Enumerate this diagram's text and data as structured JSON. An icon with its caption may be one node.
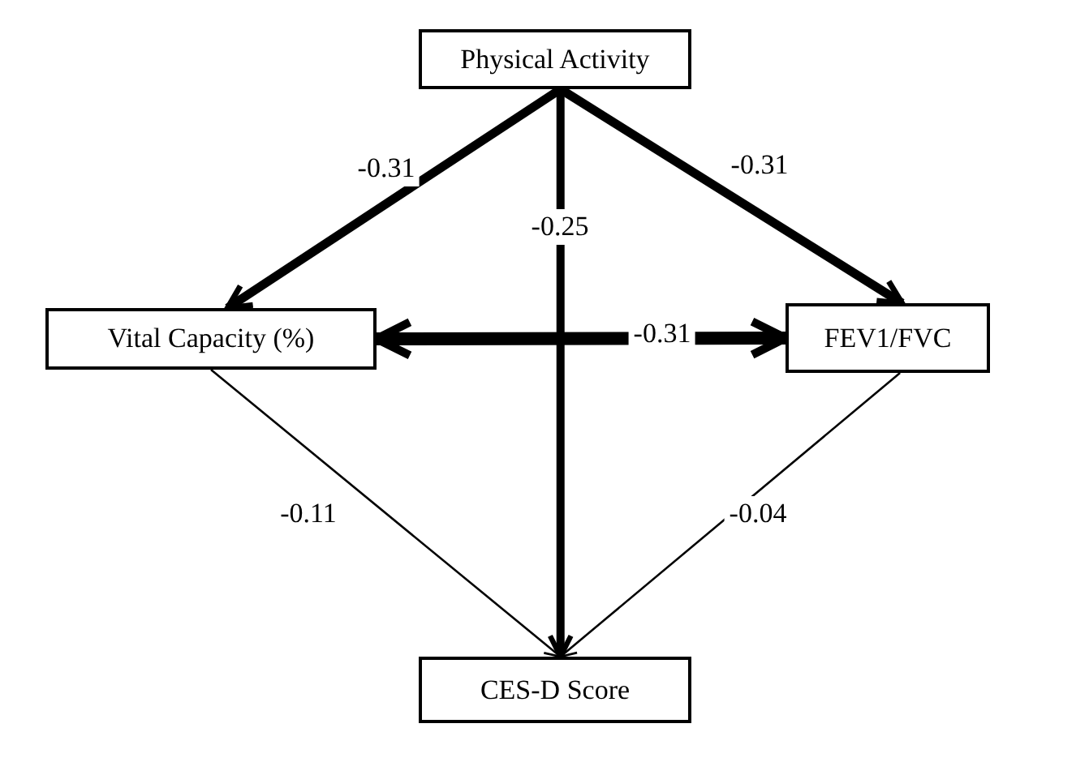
{
  "diagram": {
    "nodes": [
      {
        "text": [
          "Physical Activity"
        ]
      },
      {
        "text": [
          "Vital Capacity (%)"
        ]
      },
      {
        "text": [
          "FEV1/FVC"
        ]
      },
      {
        "text": [
          "CES-D Score"
        ]
      }
    ],
    "edges": [
      {
        "from": 0,
        "to": 1,
        "arrow": "to",
        "label": "-0.31"
      },
      {
        "from": 0,
        "to": 3,
        "arrow": "to",
        "label": "-0.25"
      },
      {
        "from": 0,
        "to": 2,
        "arrow": "to",
        "label": "-0.31"
      },
      {
        "from": 1,
        "to": 2,
        "arrow": "both",
        "label": "-0.31"
      },
      {
        "from": 1,
        "to": 3,
        "arrow": "to",
        "label": "-0.11"
      },
      {
        "from": 2,
        "to": 3,
        "arrow": "to",
        "label": "-0.04"
      }
    ]
  }
}
